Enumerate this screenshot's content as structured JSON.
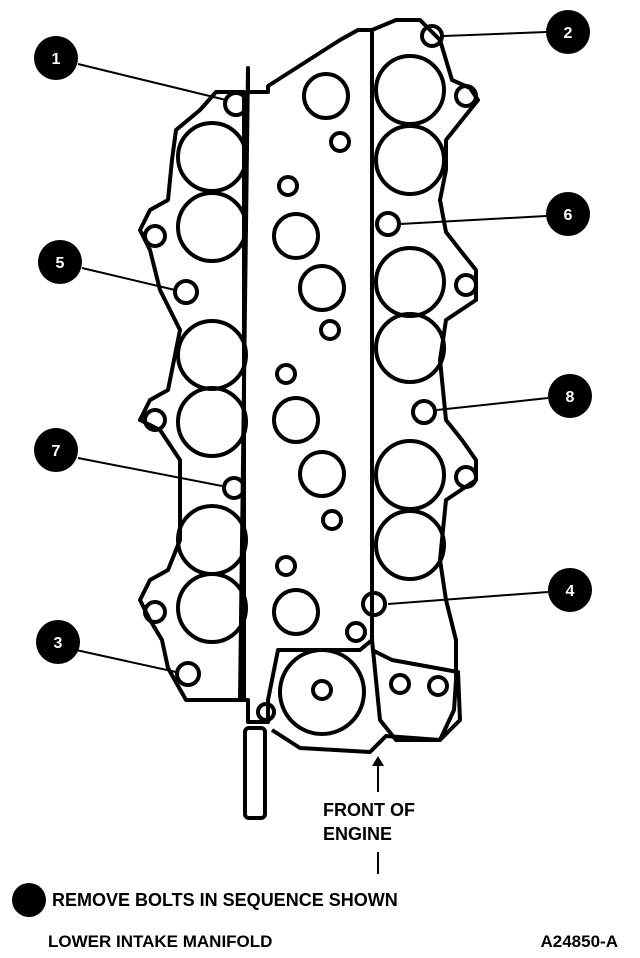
{
  "callouts": [
    "1",
    "2",
    "3",
    "4",
    "5",
    "6",
    "7",
    "8"
  ],
  "front_label": [
    "FRONT OF",
    "ENGINE"
  ],
  "legend": "REMOVE BOLTS IN SEQUENCE SHOWN",
  "caption_title": "LOWER INTAKE MANIFOLD",
  "caption_code": "A24850-A"
}
